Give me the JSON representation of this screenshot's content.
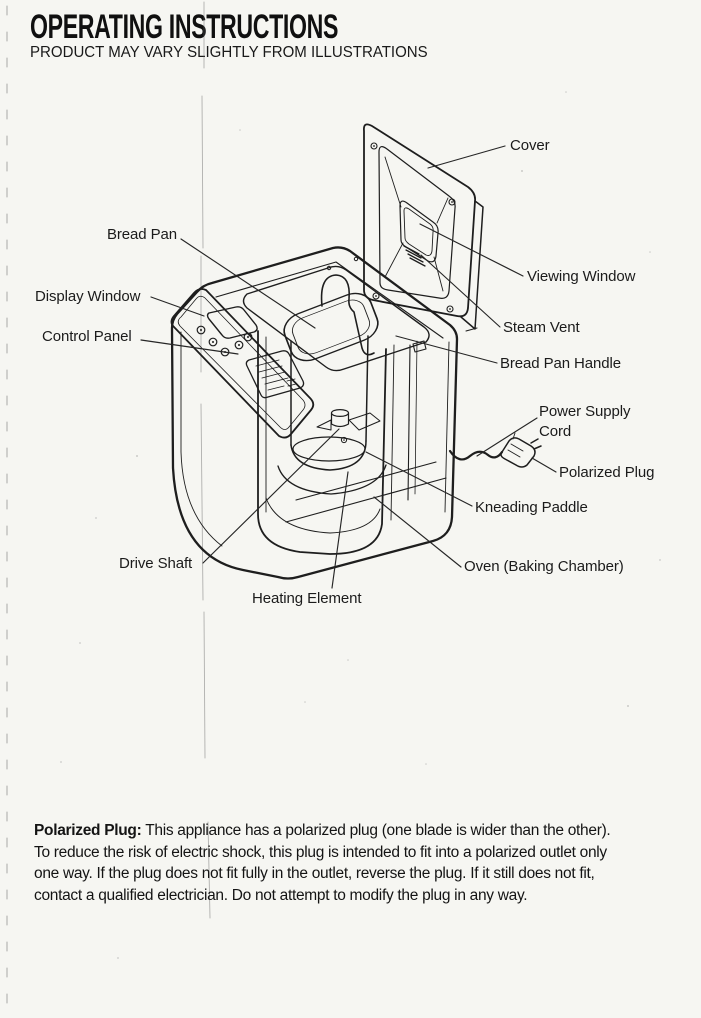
{
  "page": {
    "title": "OPERATING INSTRUCTIONS",
    "subtitle": "PRODUCT MAY VARY SLIGHTLY FROM ILLUSTRATIONS"
  },
  "diagram": {
    "labels": [
      {
        "id": "cover",
        "text": "Cover"
      },
      {
        "id": "bread-pan",
        "text": "Bread Pan"
      },
      {
        "id": "viewing-window",
        "text": "Viewing Window"
      },
      {
        "id": "display-window",
        "text": "Display Window"
      },
      {
        "id": "steam-vent",
        "text": "Steam Vent"
      },
      {
        "id": "control-panel",
        "text": "Control Panel"
      },
      {
        "id": "bread-pan-handle",
        "text": "Bread Pan Handle"
      },
      {
        "id": "power-supply-cord",
        "text": "Power Supply Cord"
      },
      {
        "id": "polarized-plug",
        "text": "Polarized Plug"
      },
      {
        "id": "kneading-paddle",
        "text": "Kneading Paddle"
      },
      {
        "id": "oven-baking-chamber",
        "text": "Oven (Baking Chamber)"
      },
      {
        "id": "drive-shaft",
        "text": "Drive Shaft"
      },
      {
        "id": "heating-element",
        "text": "Heating Element"
      }
    ]
  },
  "footer": {
    "lead": "Polarized Plug:",
    "lines": [
      "This appliance has a polarized plug (one blade is wider than the other).",
      "To reduce the risk of electric shock, this plug is intended to fit into a polarized outlet only",
      "one way. If the plug does not fit fully in the outlet, reverse the plug. If it still does not fit,",
      "contact a qualified electrician. Do not attempt to modify the plug in any way."
    ]
  },
  "colors": {
    "ink": "#1e1e1e",
    "paper": "#f6f6f2"
  }
}
